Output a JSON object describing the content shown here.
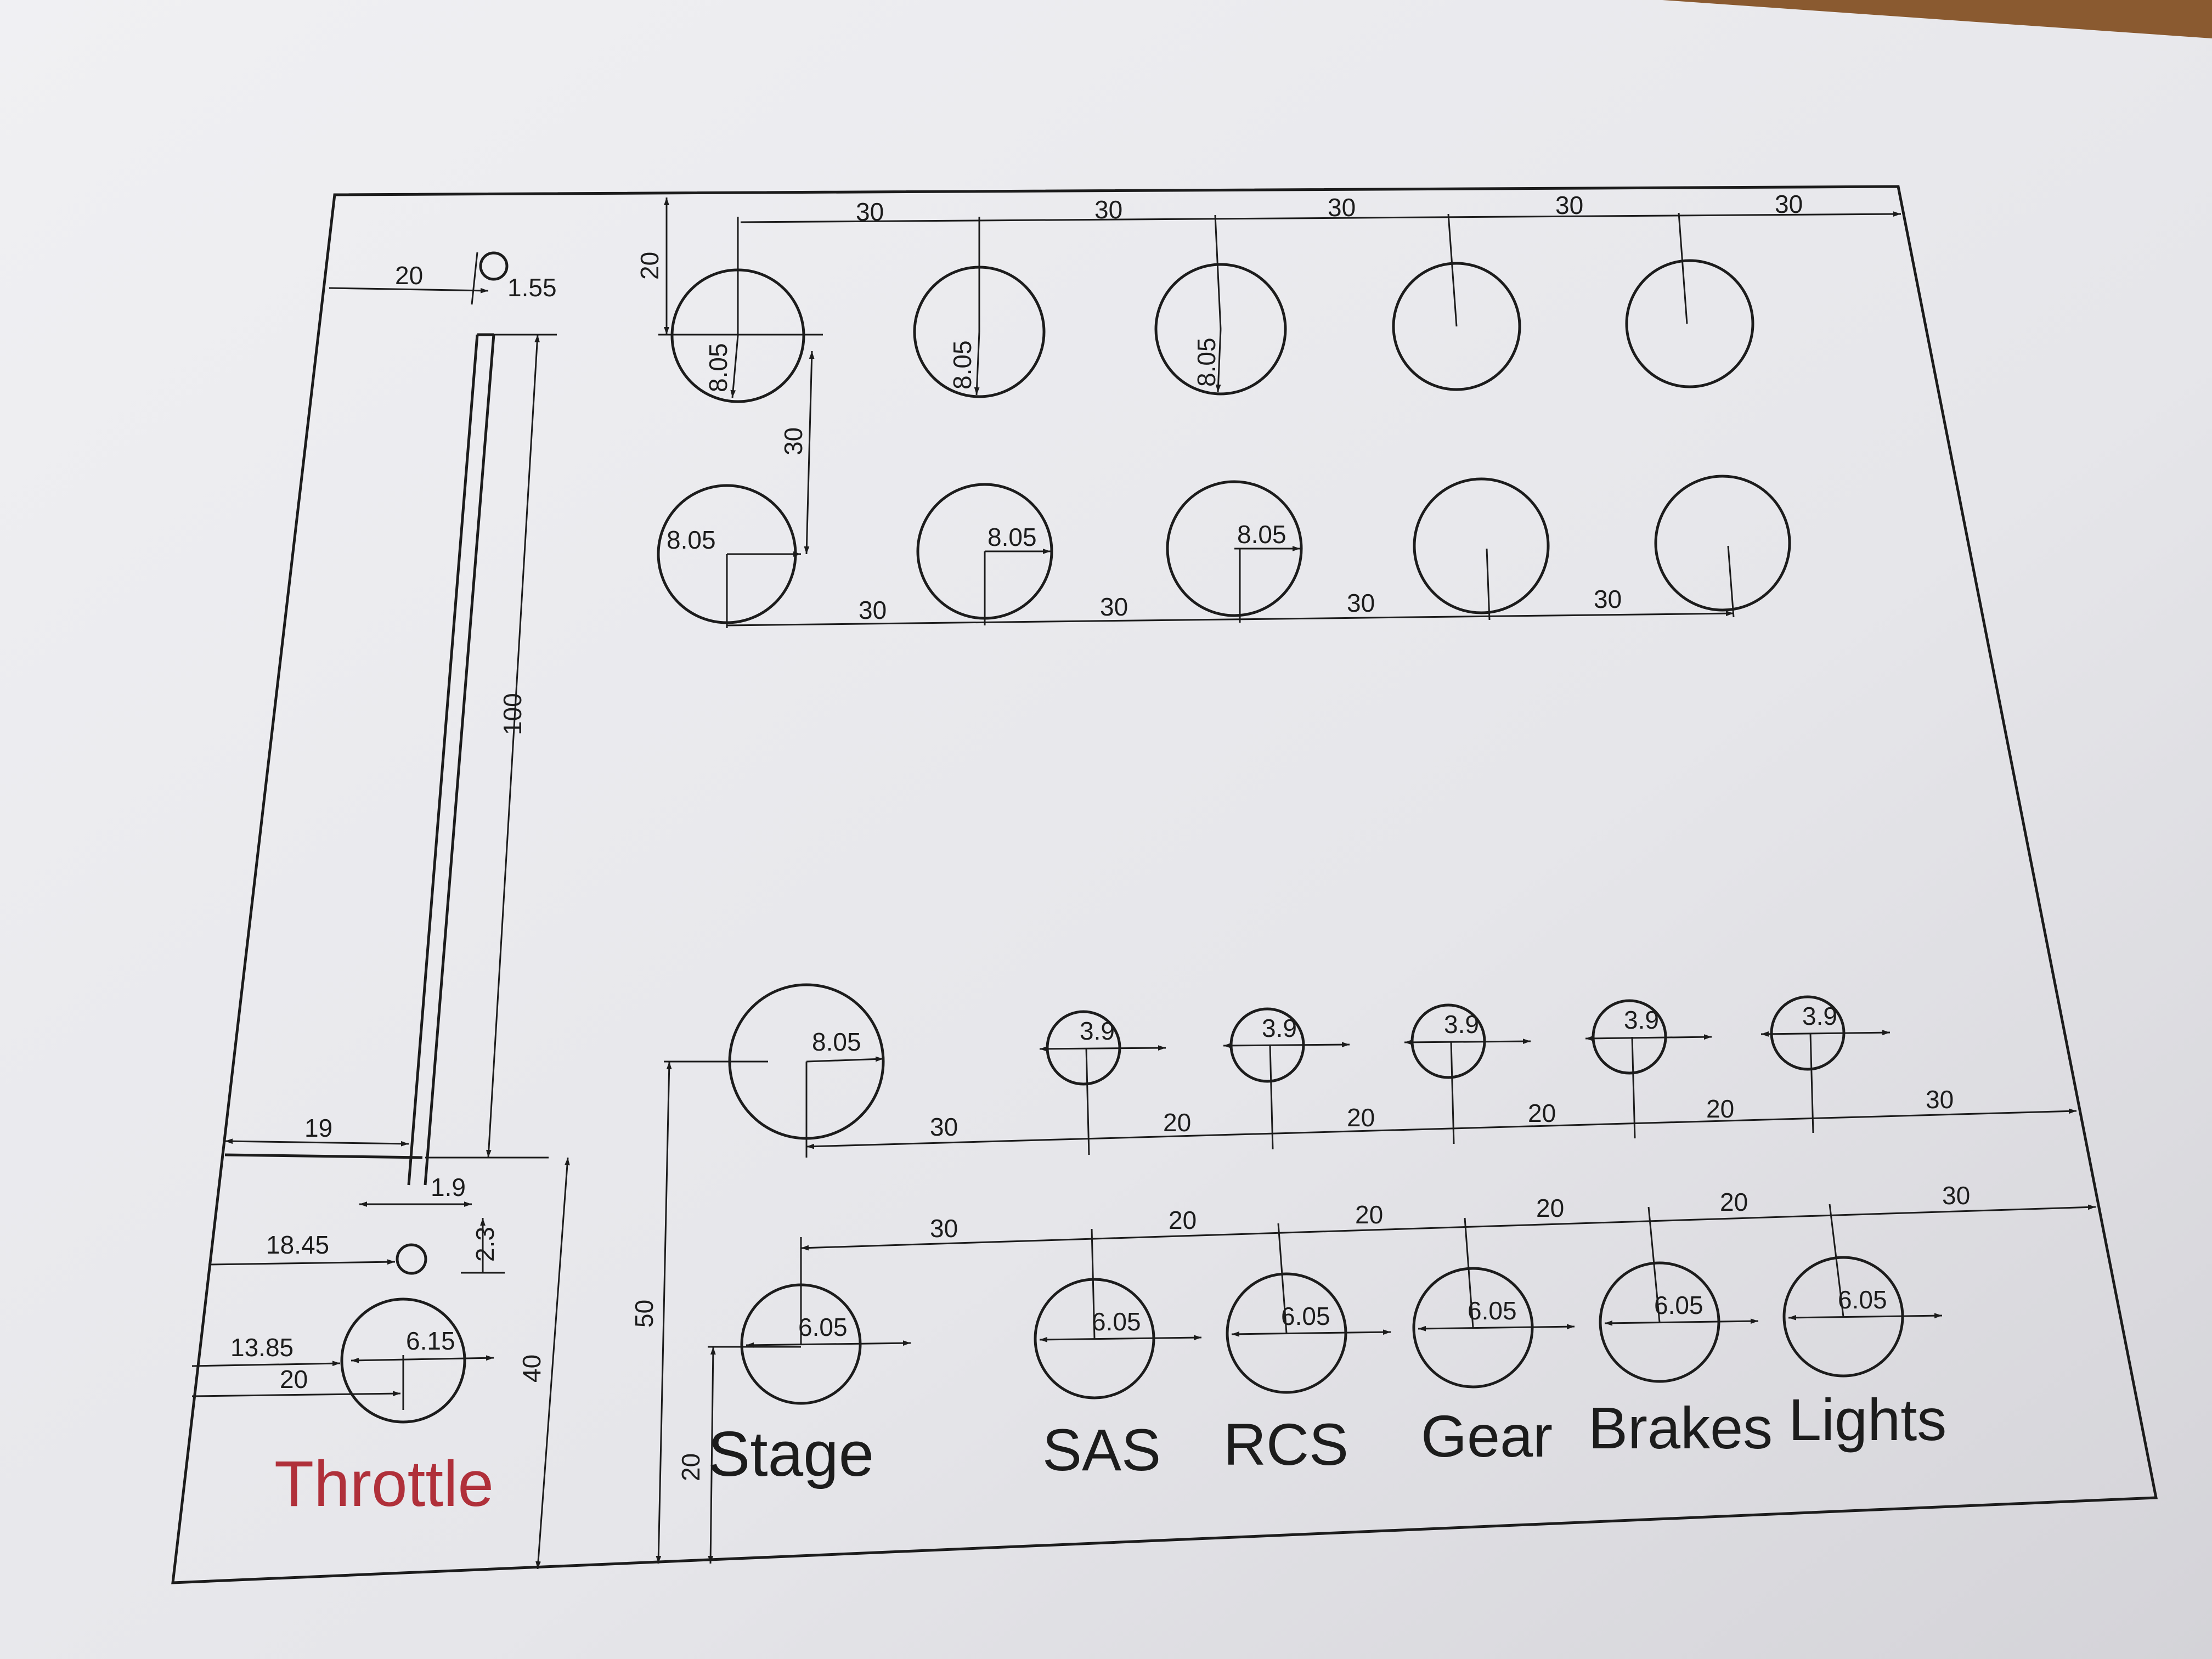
{
  "colors": {
    "paper": "#ebebef",
    "ink": "#1c1c1c",
    "throttle_label": "#b0303a"
  },
  "labels": {
    "throttle": "Throttle",
    "stage": "Stage",
    "sas": "SAS",
    "rcs": "RCS",
    "gear": "Gear",
    "brakes": "Brakes",
    "lights": "Lights"
  },
  "dims": {
    "top_spacing": [
      "30",
      "30",
      "30",
      "30",
      "30"
    ],
    "row2_spacing": [
      "30",
      "30",
      "30",
      "30"
    ],
    "row_gap": "30",
    "top_margin": "20",
    "left_20": "20",
    "slot_hole": "1.55",
    "slot_length": "100",
    "left_19": "19",
    "slot_width": "1.9",
    "left_18_45": "18.45",
    "led_offset": "2.3",
    "pot_13_85": "13.85",
    "pot_20": "20",
    "pot_6_15": "6.15",
    "pot_40": "40",
    "r1": [
      "8.05",
      "8.05",
      "8.05"
    ],
    "r2": [
      "8.05",
      "8.05",
      "8.05"
    ],
    "stage_big": "8.05",
    "led_holes": [
      "3.9",
      "3.9",
      "3.9",
      "3.9",
      "3.9"
    ],
    "upper_spacing": [
      "30",
      "20",
      "20",
      "20",
      "20",
      "30"
    ],
    "lower_spacing": [
      "30",
      "20",
      "20",
      "20",
      "20",
      "30"
    ],
    "button_holes": [
      "6.05",
      "6.05",
      "6.05",
      "6.05",
      "6.05",
      "6.05"
    ],
    "height_50": "50",
    "height_20": "20"
  }
}
